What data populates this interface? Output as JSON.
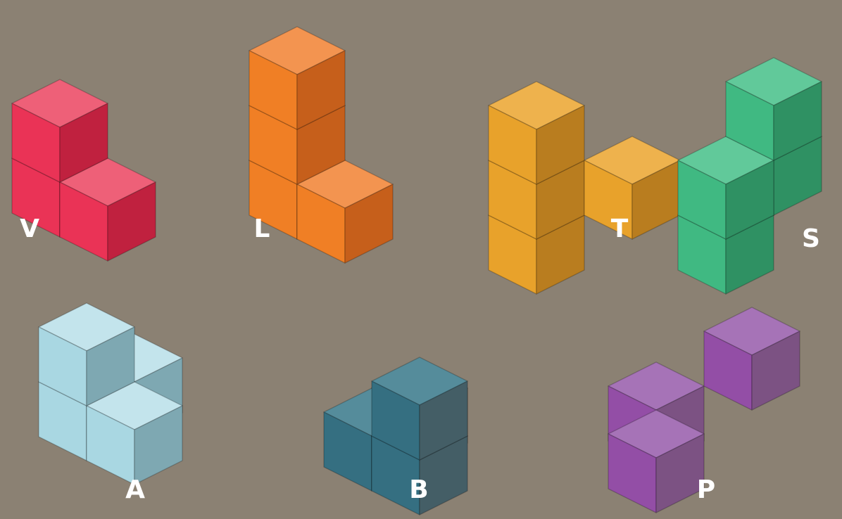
{
  "background": "#8b8173",
  "pieces": [
    {
      "id": "V",
      "label": "V",
      "colors": {
        "top": "#ee6078",
        "left": "#ea3356",
        "right": "#c0213f"
      }
    },
    {
      "id": "L",
      "label": "L",
      "colors": {
        "top": "#f39450",
        "left": "#f07f25",
        "right": "#c65f1b"
      }
    },
    {
      "id": "T",
      "label": "T",
      "colors": {
        "top": "#eeb24d",
        "left": "#e8a22b",
        "right": "#b97d1f"
      }
    },
    {
      "id": "S",
      "label": "S",
      "colors": {
        "top": "#61c99a",
        "left": "#40b982",
        "right": "#2f9163"
      }
    },
    {
      "id": "A",
      "label": "A",
      "colors": {
        "top": "#c3e4ec",
        "left": "#a9d7e2",
        "right": "#7ea8b2"
      }
    },
    {
      "id": "B",
      "label": "B",
      "colors": {
        "top": "#558c9b",
        "left": "#356f81",
        "right": "#445e66"
      }
    },
    {
      "id": "P",
      "label": "P",
      "colors": {
        "top": "#a673b7",
        "left": "#934ea6",
        "right": "#7c5283"
      }
    }
  ]
}
